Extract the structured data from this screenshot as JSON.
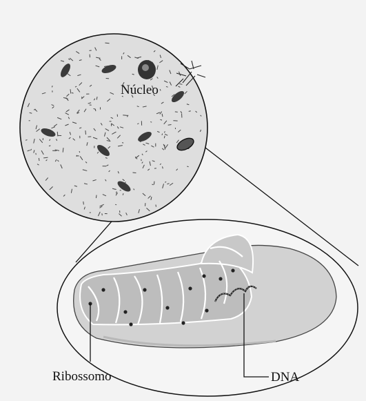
{
  "labels": {
    "nucleus": "Núcleo",
    "ribosome": "Ribossomo",
    "dna": "DNA"
  },
  "colors": {
    "background": "#f3f3f3",
    "cell_fill": "#dcdcdc",
    "outline": "#111111",
    "mito_body": "#cfcfcf",
    "cristae": "#8f8f8f",
    "organelle_dark": "#2a2a2a"
  }
}
